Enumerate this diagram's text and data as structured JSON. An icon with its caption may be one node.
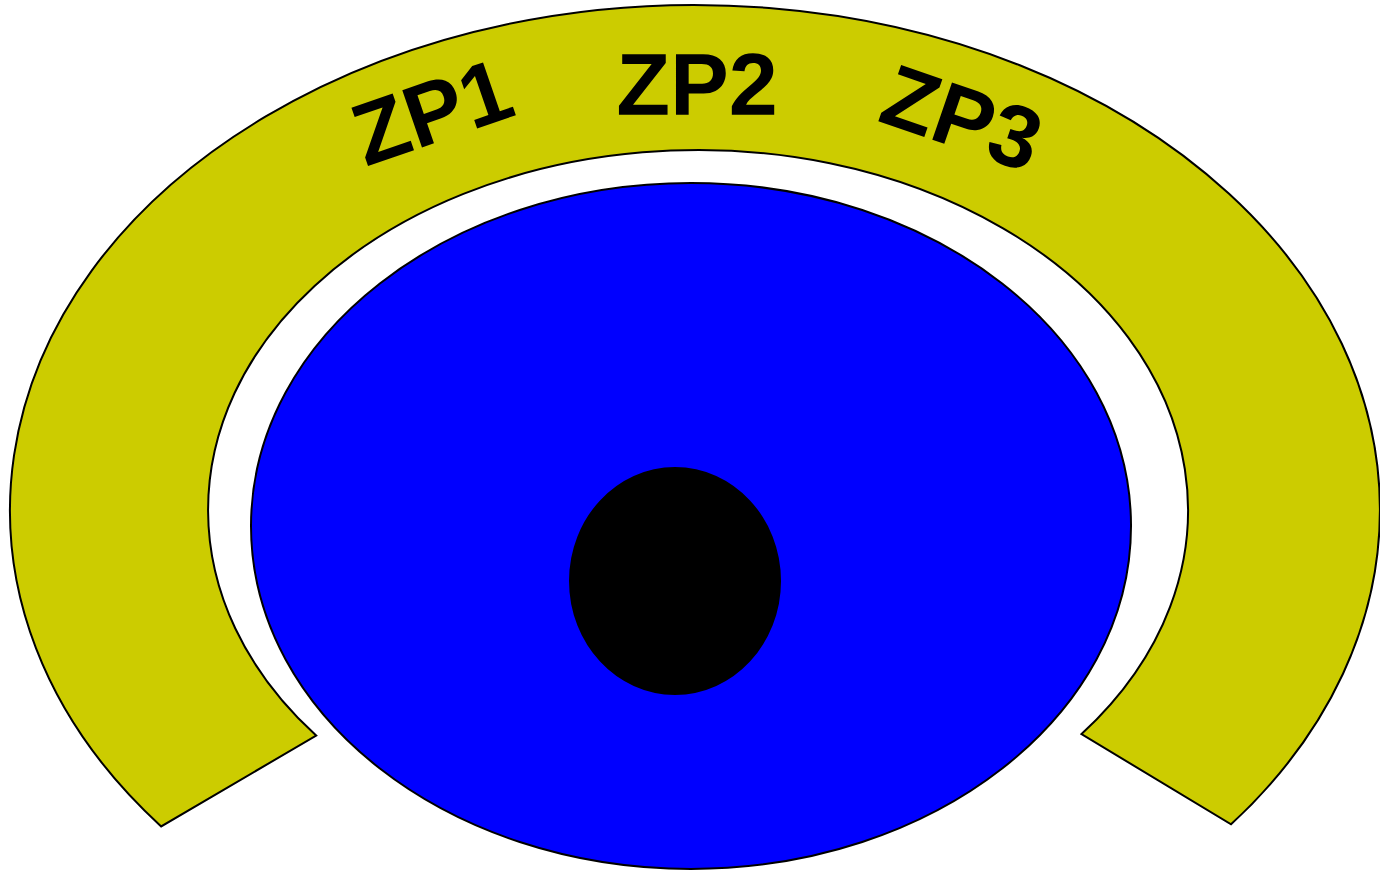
{
  "diagram": {
    "nodes": [
      {
        "text": [
          "ZP1",
          "ZP2",
          "ZP3"
        ]
      },
      {
        "text": [],
        "shape": "ellipse"
      },
      {
        "text": [],
        "shape": "ellipse",
        "in": 1
      }
    ]
  }
}
